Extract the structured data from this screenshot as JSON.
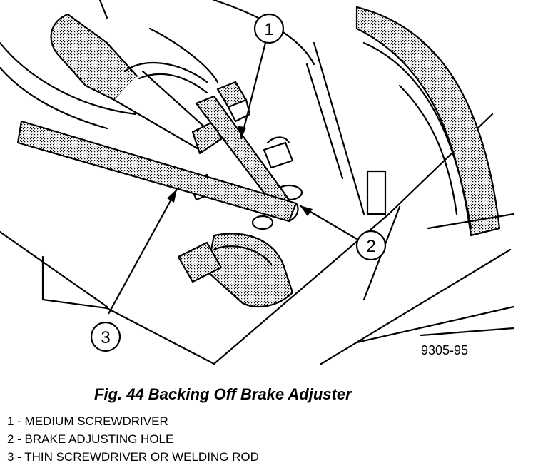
{
  "figure": {
    "caption": "Fig. 44 Backing Off Brake Adjuster",
    "figure_id": "9305-95",
    "callouts": [
      "1",
      "2",
      "3"
    ],
    "legend": [
      "1 - MEDIUM SCREWDRIVER",
      "2 - BRAKE ADJUSTING HOLE",
      "3 - THIN SCREWDRIVER OR WELDING ROD"
    ]
  }
}
